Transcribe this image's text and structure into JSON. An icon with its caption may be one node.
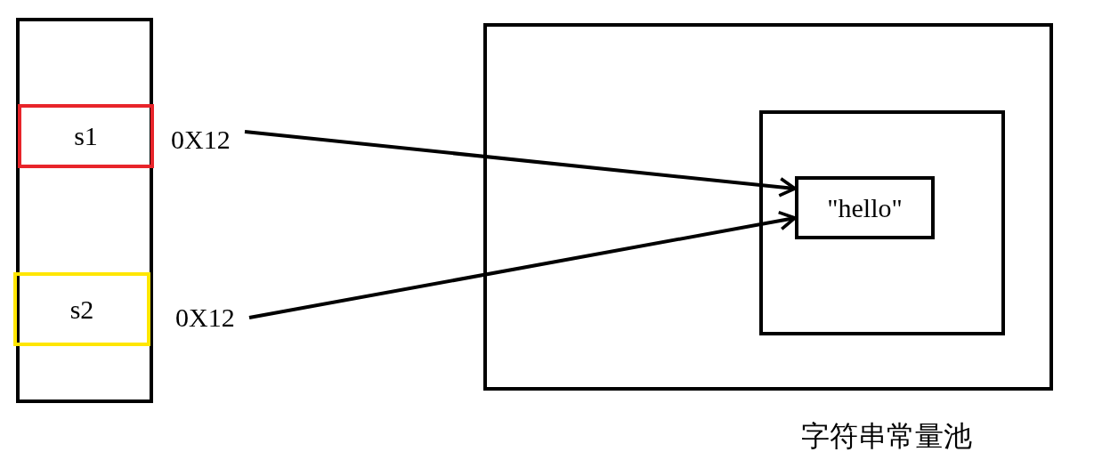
{
  "diagram": {
    "nodes": [
      {
        "text": [],
        "shape": "box"
      },
      {
        "text": [
          "s1"
        ],
        "in": 0
      },
      {
        "text": [
          "s2"
        ],
        "in": 0
      },
      {
        "text": [
          "0X12"
        ]
      },
      {
        "text": [
          "0X12"
        ]
      },
      {
        "text": [
          "字符串常量池"
        ]
      },
      {
        "text": [],
        "shape": "box",
        "in": 5
      },
      {
        "text": [
          "\"hello\""
        ],
        "in": 6
      }
    ],
    "edges": [
      {
        "from": 3,
        "to": 7,
        "arrow": "to"
      },
      {
        "from": 4,
        "to": 7,
        "arrow": "to"
      }
    ]
  }
}
